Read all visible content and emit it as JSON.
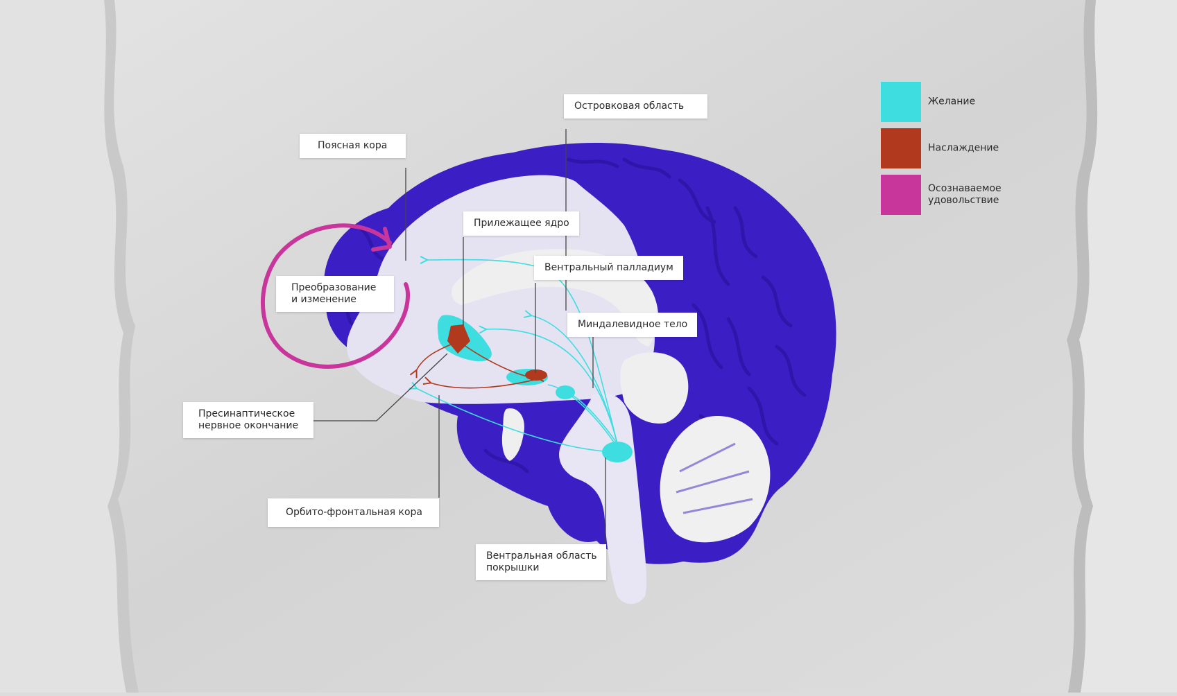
{
  "colors": {
    "desire": "#3ddde0",
    "pleasure": "#b0391e",
    "conscious_pleasure": "#c9369b",
    "brain": "#3c1fc4",
    "inner": "#e8e6f4",
    "line": "#444444"
  },
  "legend": [
    {
      "lines": [
        "Желание"
      ],
      "color": "#3ddde0"
    },
    {
      "lines": [
        "Наслаждение"
      ],
      "color": "#b0391e"
    },
    {
      "lines": [
        "Осознаваемое",
        "удовольствие"
      ],
      "color": "#c9369b"
    }
  ],
  "labels": {
    "insular": [
      "Островковая область"
    ],
    "cingulate": [
      "Поясная кора"
    ],
    "accumbens": [
      "Прилежащее ядро"
    ],
    "pallidum": [
      "Вентральный палладиум"
    ],
    "transform": [
      "Преобразование",
      "и изменение"
    ],
    "amygdala": [
      "Миндалевидное тело"
    ],
    "presynaptic": [
      "Пресинаптическое",
      "нервное окончание"
    ],
    "orbitofrontal": [
      "Орбито-фронтальная кора"
    ],
    "vta": [
      "Вентральная область",
      "покрышки"
    ]
  }
}
